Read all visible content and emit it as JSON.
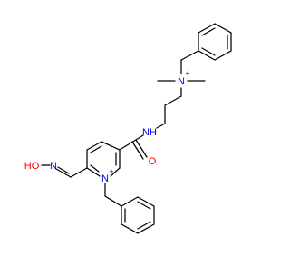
{
  "molecule": {
    "colors": {
      "bond": "#000000",
      "nitrogen": "#0000ff",
      "oxygen": "#ff0000",
      "background": "#ffffff"
    },
    "labels": {
      "n_plus_top": "N",
      "n_plus_top_charge": "+",
      "amide_nh": "NH",
      "amide_o": "O",
      "n_plus_ring": "N",
      "n_plus_ring_charge": "+",
      "oxime_n": "N",
      "hydroxyl": "HO"
    }
  }
}
